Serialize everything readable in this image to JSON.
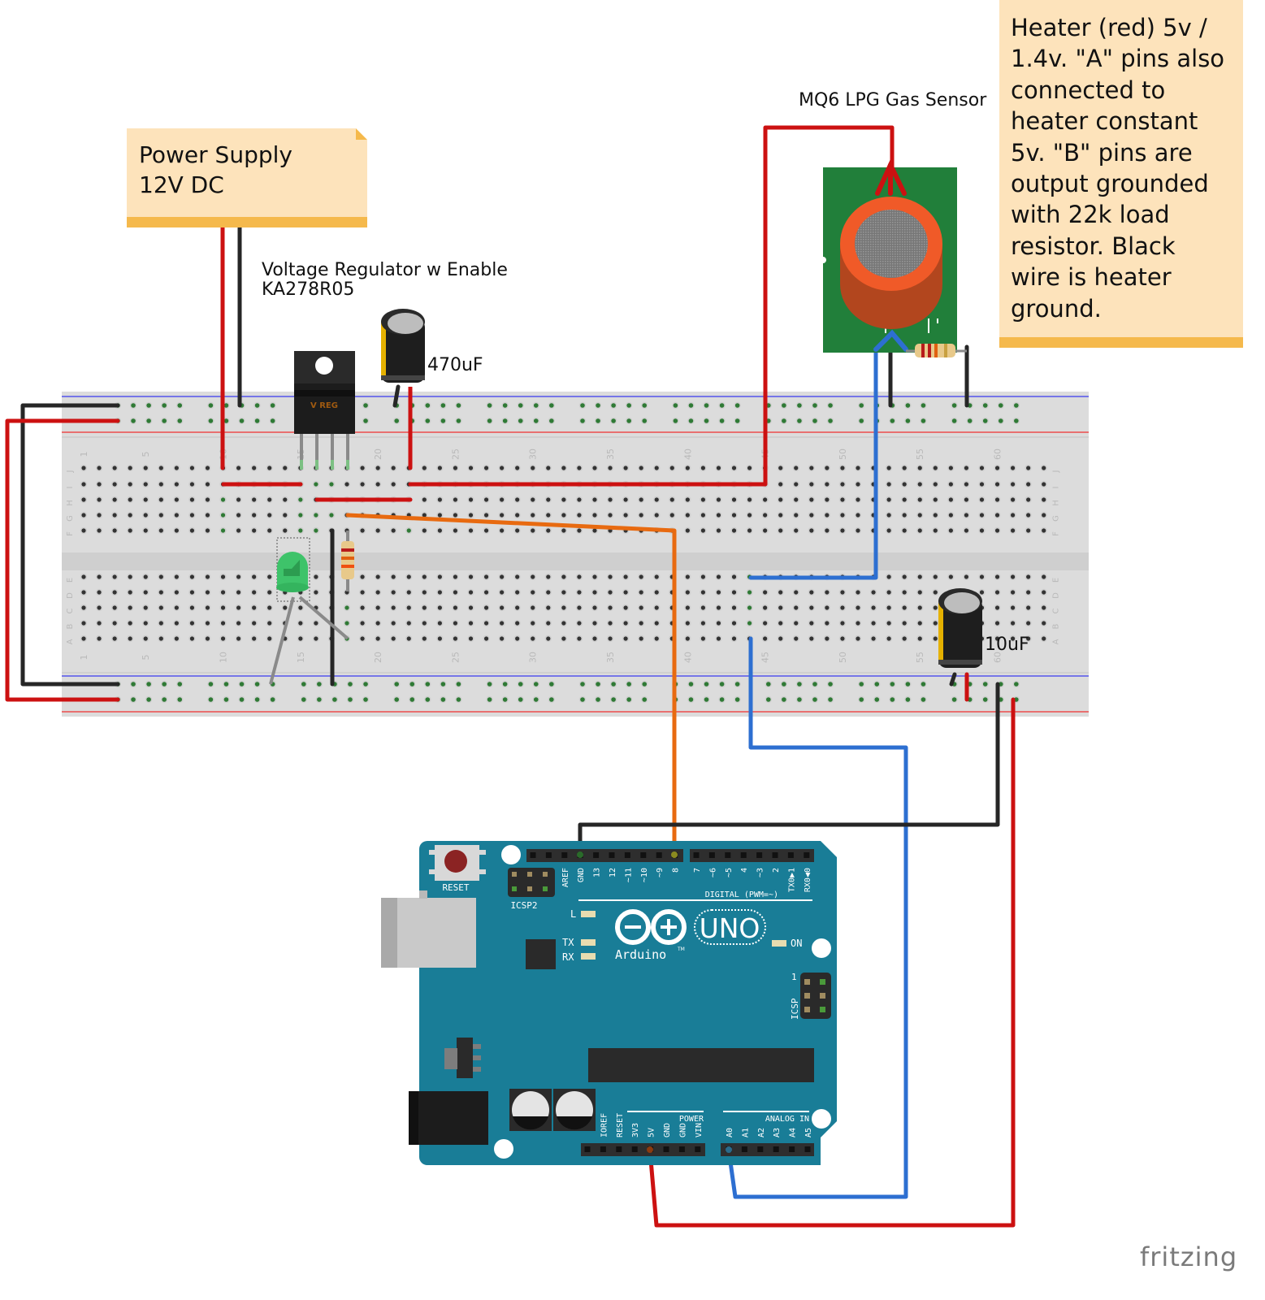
{
  "notes": {
    "power_supply": "Power Supply\n12V DC",
    "heater": "Heater (red) 5v /\n1.4v. \"A\" pins also\nconnected to\nheater constant\n5v. \"B\" pins are\noutput grounded\nwith 22k load\nresistor. Black\nwire is heater\nground."
  },
  "labels": {
    "voltage_regulator": "Voltage Regulator w Enable\nKA278R05",
    "gas_sensor": "MQ6 LPG Gas Sensor",
    "cap_large": "470uF",
    "cap_small": "10uF",
    "vreg_marking": "V REG"
  },
  "breadboard": {
    "rows_top": [
      "J",
      "I",
      "H",
      "G",
      "F"
    ],
    "rows_bottom": [
      "E",
      "D",
      "C",
      "B",
      "A"
    ],
    "column_numbers": [
      "1",
      "5",
      "10",
      "15",
      "20",
      "25",
      "30",
      "35",
      "40",
      "45",
      "50",
      "55",
      "60"
    ]
  },
  "arduino": {
    "board_name": "UNO",
    "brand": "Arduino",
    "trademark": "TM",
    "reset_label": "RESET",
    "icsp2_label": "ICSP2",
    "icsp_label": "ICSP",
    "icsp_pin1": "1",
    "digital_label": "DIGITAL (PWM=~)",
    "digital_pins": [
      "AREF",
      "GND",
      "13",
      "12",
      "~11",
      "~10",
      "~9",
      "8",
      "7",
      "~6",
      "~5",
      "4",
      "~3",
      "2",
      "TX0▶1",
      "RX0◀0"
    ],
    "power_label": "POWER",
    "power_pins": [
      "IOREF",
      "RESET",
      "3V3",
      "5V",
      "GND",
      "GND",
      "VIN"
    ],
    "analog_label": "ANALOG IN",
    "analog_pins": [
      "A0",
      "A1",
      "A2",
      "A3",
      "A4",
      "A5"
    ],
    "led_labels": {
      "l": "L",
      "tx": "TX",
      "rx": "RX",
      "on": "ON"
    }
  },
  "colors": {
    "wire_red": "#cc1111",
    "wire_black": "#262626",
    "wire_blue": "#2d6fd1",
    "wire_orange": "#e86a10",
    "board_teal": "#197d97",
    "sensor_pcb": "#217f3a",
    "sensor_body": "#f05a28",
    "note_fill": "#fde3bb",
    "note_bar": "#f5b94c"
  },
  "footer": {
    "logo": "fritzing"
  }
}
